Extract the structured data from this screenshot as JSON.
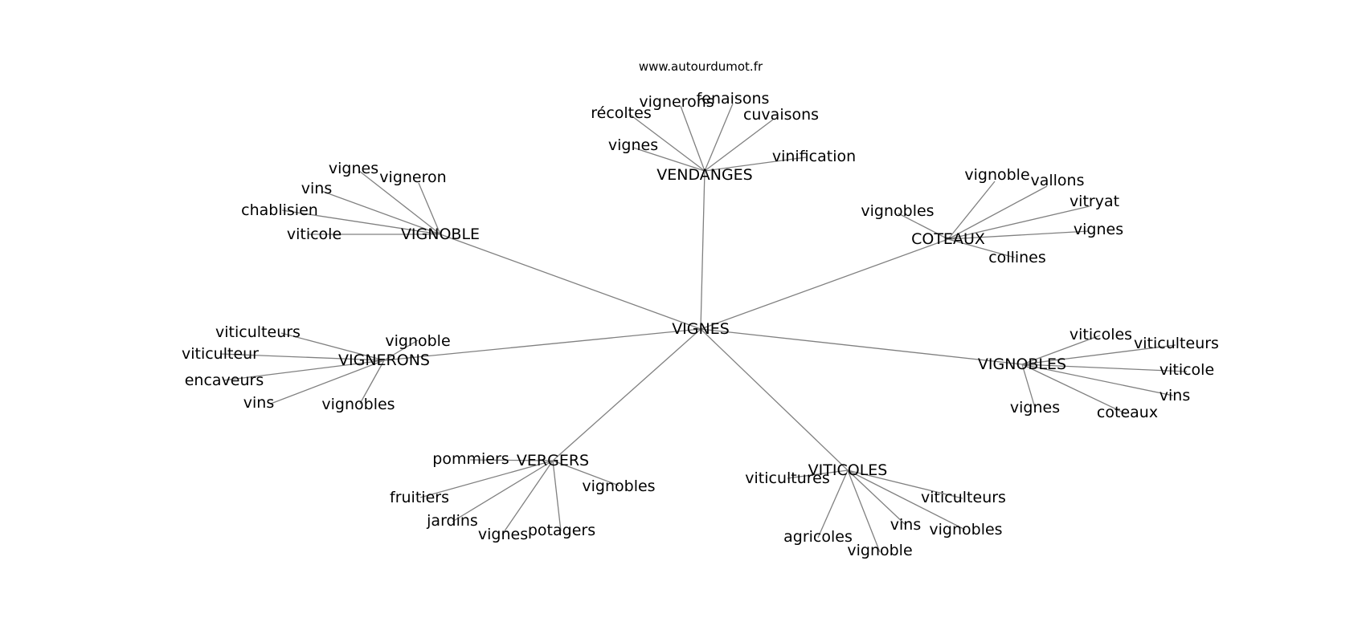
{
  "source": "www.autourdumot.fr",
  "center": "VIGNES",
  "groups": [
    {
      "label": "VENDANGES",
      "words": [
        "récoltes",
        "vignerons",
        "fenaisons",
        "cuvaisons",
        "vignes",
        "vinification"
      ]
    },
    {
      "label": "VIGNOBLE",
      "words": [
        "vignes",
        "vigneron",
        "vins",
        "chablisien",
        "viticole"
      ]
    },
    {
      "label": "COTEAUX",
      "words": [
        "vignoble",
        "vallons",
        "vitryat",
        "vignobles",
        "vignes",
        "collines"
      ]
    },
    {
      "label": "VIGNERONS",
      "words": [
        "viticulteurs",
        "vignoble",
        "viticulteur",
        "encaveurs",
        "vins",
        "vignobles"
      ]
    },
    {
      "label": "VIGNOBLES",
      "words": [
        "viticoles",
        "viticulteurs",
        "viticole",
        "vins",
        "vignes",
        "coteaux"
      ]
    },
    {
      "label": "VERGERS",
      "words": [
        "pommiers",
        "vignobles",
        "fruitiers",
        "jardins",
        "vignes",
        "potagers"
      ]
    },
    {
      "label": "VITICOLES",
      "words": [
        "viticultures",
        "viticulteurs",
        "vins",
        "vignobles",
        "agricoles",
        "vignoble"
      ]
    }
  ]
}
